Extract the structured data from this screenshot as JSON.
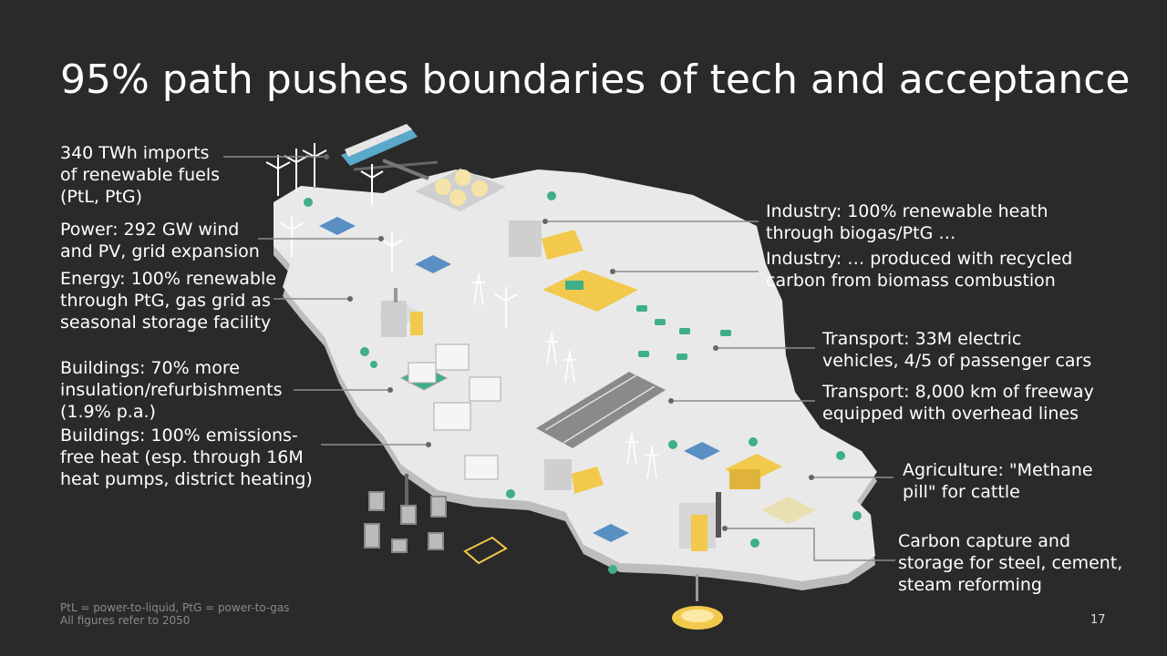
{
  "title": "95% path pushes boundaries of tech and acceptance",
  "callouts": {
    "imports": [
      "340 TWh imports",
      "of renewable fuels",
      "(PtL, PtG)"
    ],
    "power": [
      "Power: 292 GW wind",
      "and PV, grid expansion"
    ],
    "energy": [
      "Energy: 100% renewable",
      "through PtG, gas grid as",
      "seasonal storage facility"
    ],
    "buildings_insulation": [
      "Buildings: 70% more",
      "insulation/refurbishments",
      "(1.9% p.a.)"
    ],
    "buildings_heat": [
      "Buildings: 100% emissions-",
      "free heat (esp. through 16M",
      "heat pumps, district heating)"
    ],
    "industry_heat": [
      "Industry: 100% renewable heath",
      "through biogas/PtG …"
    ],
    "industry_carbon": [
      "Industry: … produced with recycled",
      "carbon from biomass combustion"
    ],
    "transport_ev": [
      "Transport: 33M electric",
      "vehicles, 4/5 of passenger cars"
    ],
    "transport_freeway": [
      "Transport: 8,000 km of freeway",
      "equipped with overhead lines"
    ],
    "agriculture": [
      "Agriculture: \"Methane",
      "pill\" for cattle"
    ],
    "ccs": [
      "Carbon capture and",
      "storage for steel, cement,",
      "steam reforming"
    ]
  },
  "footnote": [
    "PtL = power-to-liquid, PtG = power-to-gas",
    "All figures refer to 2050"
  ],
  "page_number": "17",
  "colors": {
    "background": "#2a2a2a",
    "land": "#e9e9e9",
    "land_edge": "#bdbdbd",
    "accent_yellow": "#f2c94c",
    "accent_green": "#3fae8a",
    "solar_blue": "#5a8fc4",
    "leader_line": "#8c8c8c"
  }
}
